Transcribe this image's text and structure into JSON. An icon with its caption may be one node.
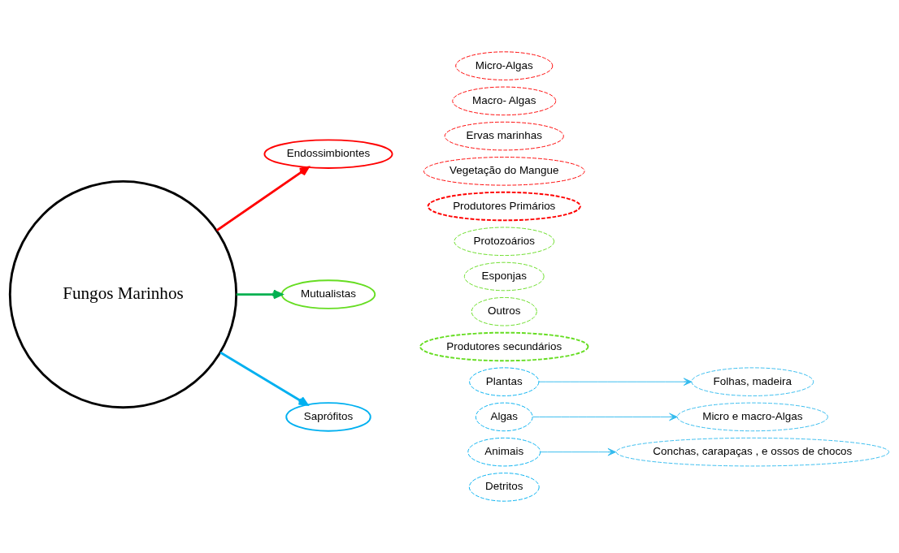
{
  "diagram": {
    "nodes": [
      {
        "text": [
          "Fungos Marinhos"
        ]
      },
      {
        "text": [
          "Micro-Algas"
        ]
      },
      {
        "text": [
          "Macro- Algas"
        ]
      },
      {
        "text": [
          "Ervas marinhas"
        ]
      },
      {
        "text": [
          "Vegetação do Mangue"
        ]
      },
      {
        "text": [
          "Endossimbiontes"
        ]
      },
      {
        "text": [
          "Produtores Primários"
        ]
      },
      {
        "text": [
          "Mutualistas"
        ]
      },
      {
        "text": [
          "Protozoários"
        ]
      },
      {
        "text": [
          "Esponjas"
        ]
      },
      {
        "text": [
          "Outros"
        ]
      },
      {
        "text": [
          "Produtores secundários"
        ]
      },
      {
        "text": [
          "Saprófitos"
        ]
      },
      {
        "text": [
          "Plantas"
        ]
      },
      {
        "text": [
          "Algas"
        ]
      },
      {
        "text": [
          "Animais"
        ]
      },
      {
        "text": [
          "Detritos"
        ]
      },
      {
        "text": [
          "Folhas, madeira"
        ]
      },
      {
        "text": [
          "Micro e macro-Algas"
        ]
      },
      {
        "text": [
          "Conchas, carapaças , e ossos de chocos"
        ]
      }
    ],
    "edges": [
      {
        "from": 0,
        "to": 5,
        "arrow": "to",
        "style": "thick",
        "color": "#ff0000"
      },
      {
        "from": 0,
        "to": 7,
        "arrow": "to",
        "style": "thick",
        "color": "#00b050"
      },
      {
        "from": 0,
        "to": 12,
        "arrow": "to",
        "style": "thick",
        "color": "#00b0f0"
      },
      {
        "from": 13,
        "to": 17,
        "arrow": "to"
      },
      {
        "from": 14,
        "to": 18,
        "arrow": "to"
      },
      {
        "from": 15,
        "to": 19,
        "arrow": "to"
      }
    ]
  }
}
